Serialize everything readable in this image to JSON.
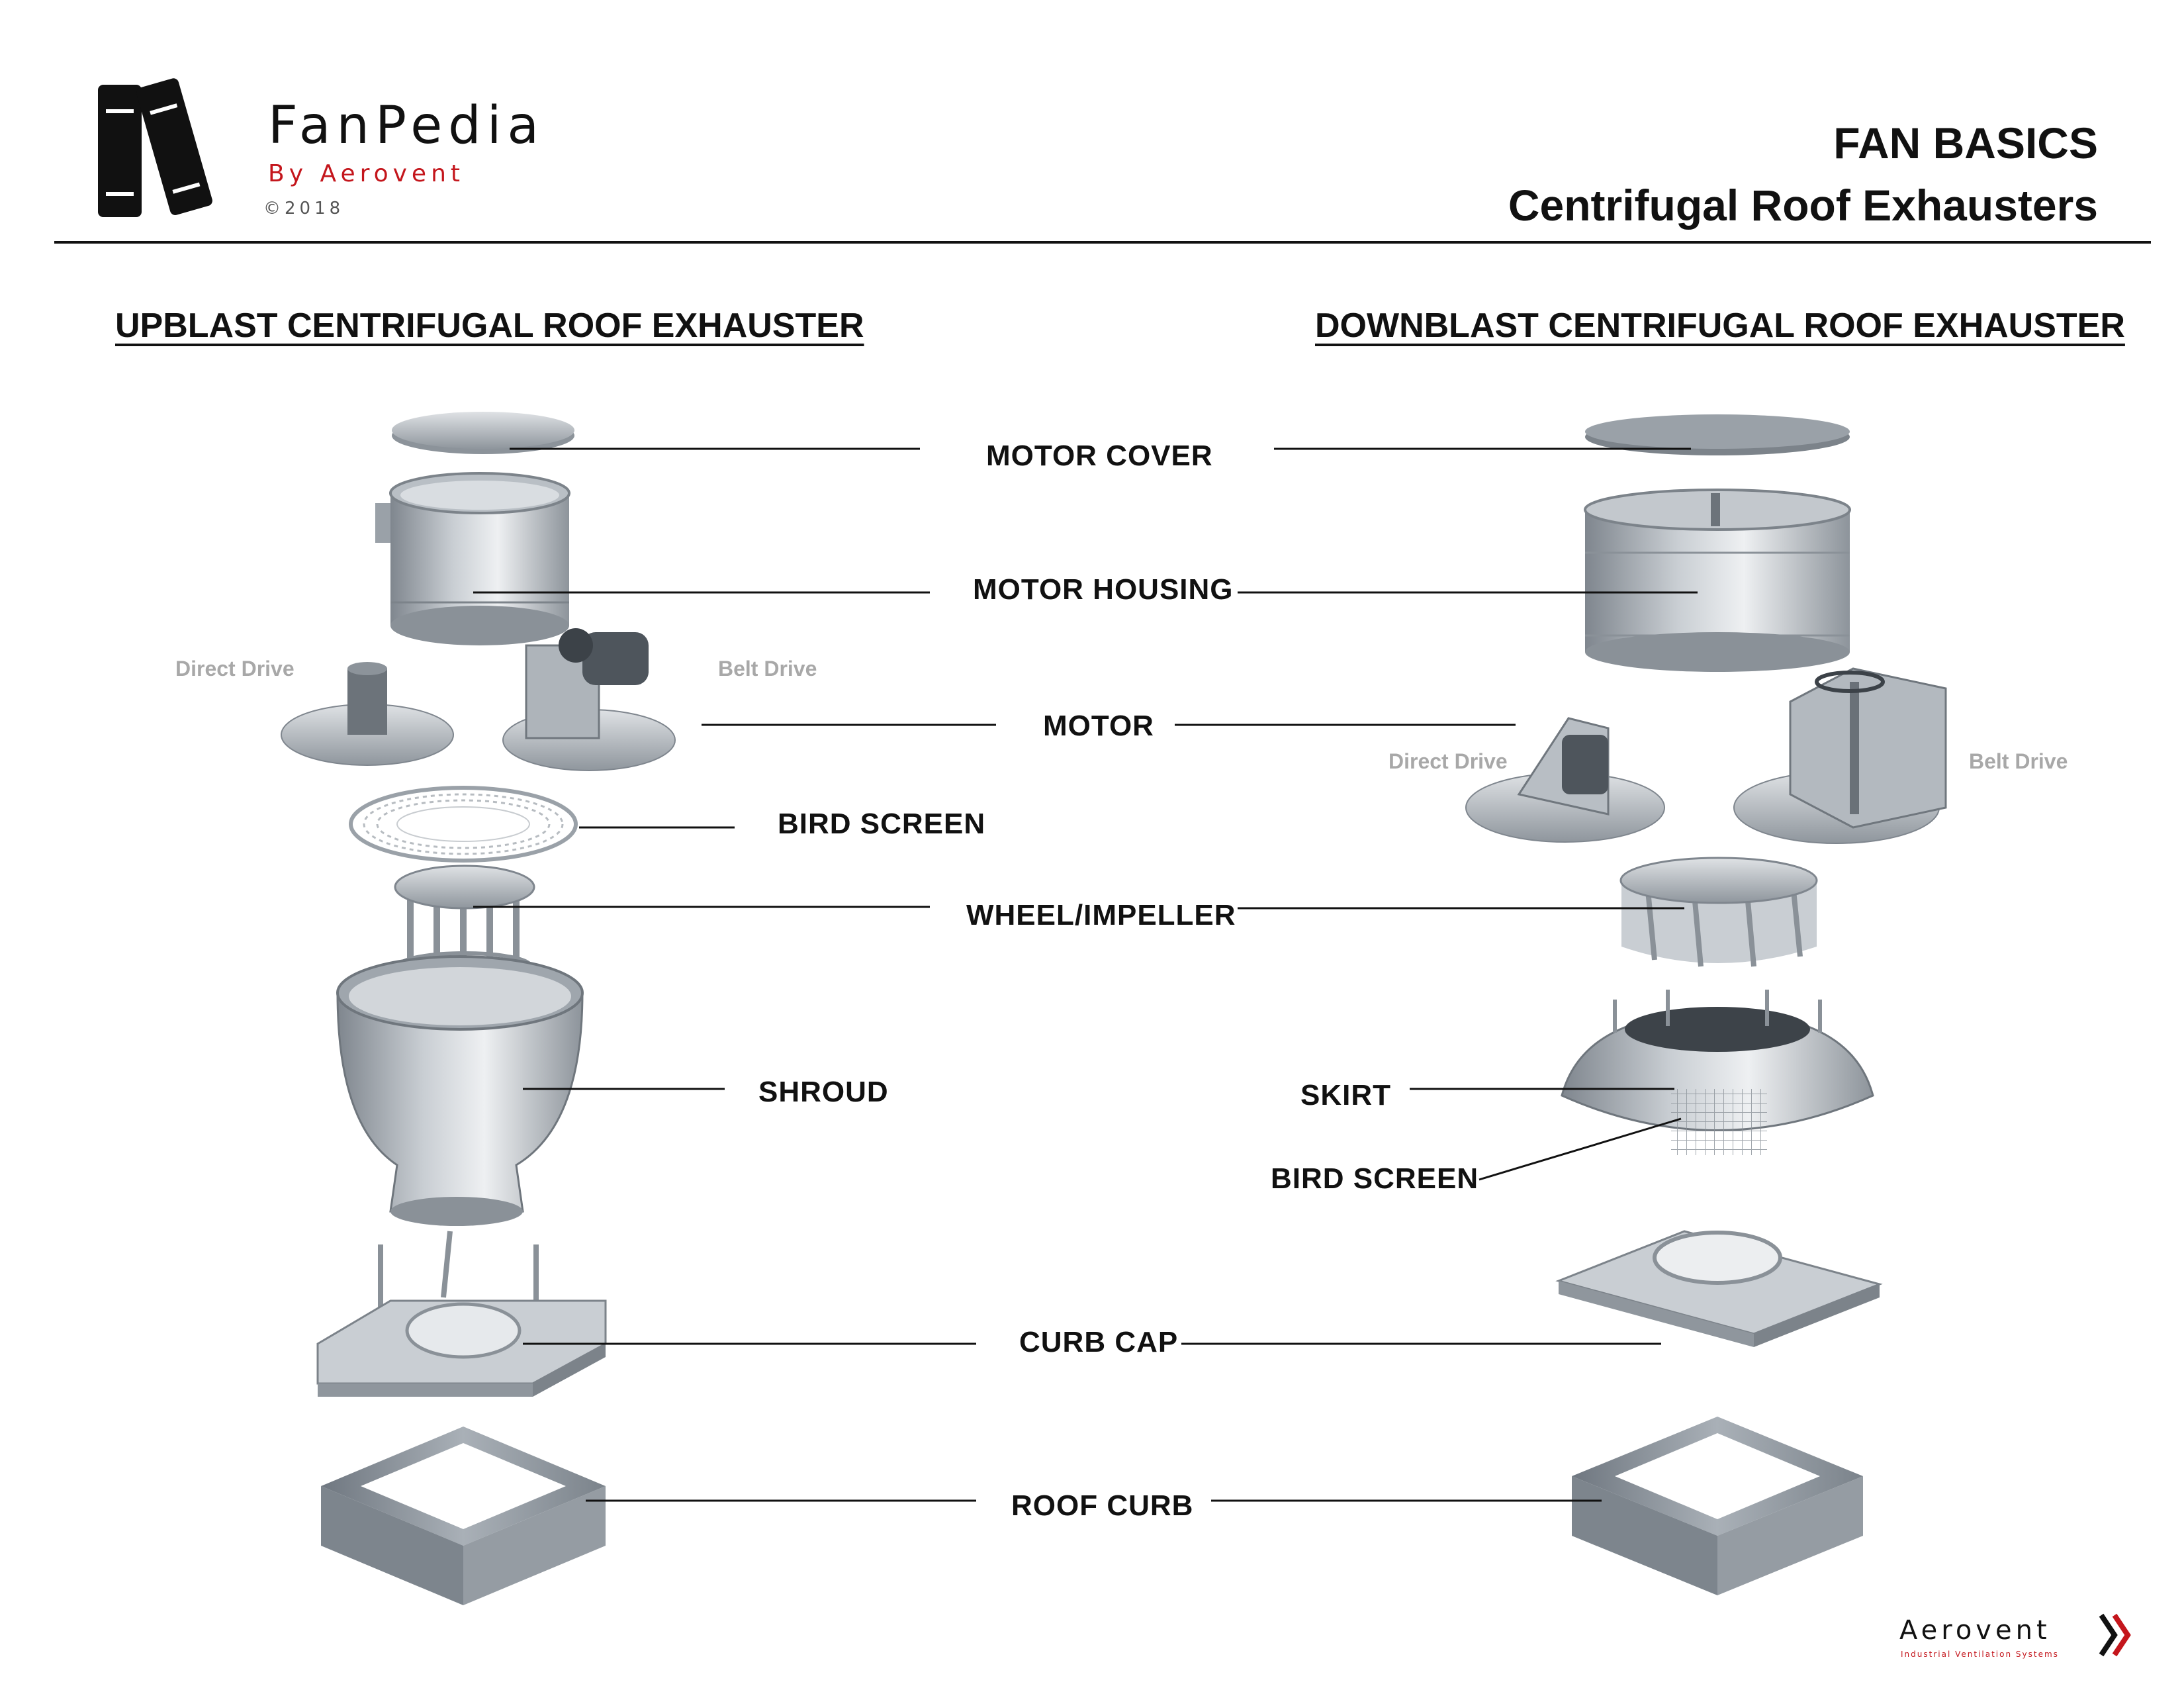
{
  "brand": {
    "name": "FanPedia",
    "subtitle": "By Aerovent",
    "copyright": "©2018"
  },
  "header": {
    "title": "FAN BASICS",
    "subtitle": "Centrifugal Roof Exhausters"
  },
  "sections": {
    "upblast": "UPBLAST CENTRIFUGAL ROOF EXHAUSTER",
    "downblast": "DOWNBLAST CENTRIFUGAL ROOF EXHAUSTER"
  },
  "labels": {
    "motor_cover": "MOTOR COVER",
    "motor_housing": "MOTOR HOUSING",
    "motor": "MOTOR",
    "bird_screen_up": "BIRD SCREEN",
    "wheel": "WHEEL/IMPELLER",
    "shroud": "SHROUD",
    "skirt": "SKIRT",
    "bird_screen_down": "BIRD SCREEN",
    "curb_cap": "CURB CAP",
    "roof_curb": "ROOF CURB"
  },
  "drive_types": {
    "up_direct": "Direct Drive",
    "up_belt": "Belt Drive",
    "down_direct": "Direct Drive",
    "down_belt": "Belt Drive"
  },
  "footer": {
    "company": "Aerovent",
    "tagline": "Industrial Ventilation Systems"
  },
  "colors": {
    "accent": "#c4161c",
    "text": "#111111",
    "muted": "#a8a8a8",
    "metal": "#a9afb6"
  }
}
